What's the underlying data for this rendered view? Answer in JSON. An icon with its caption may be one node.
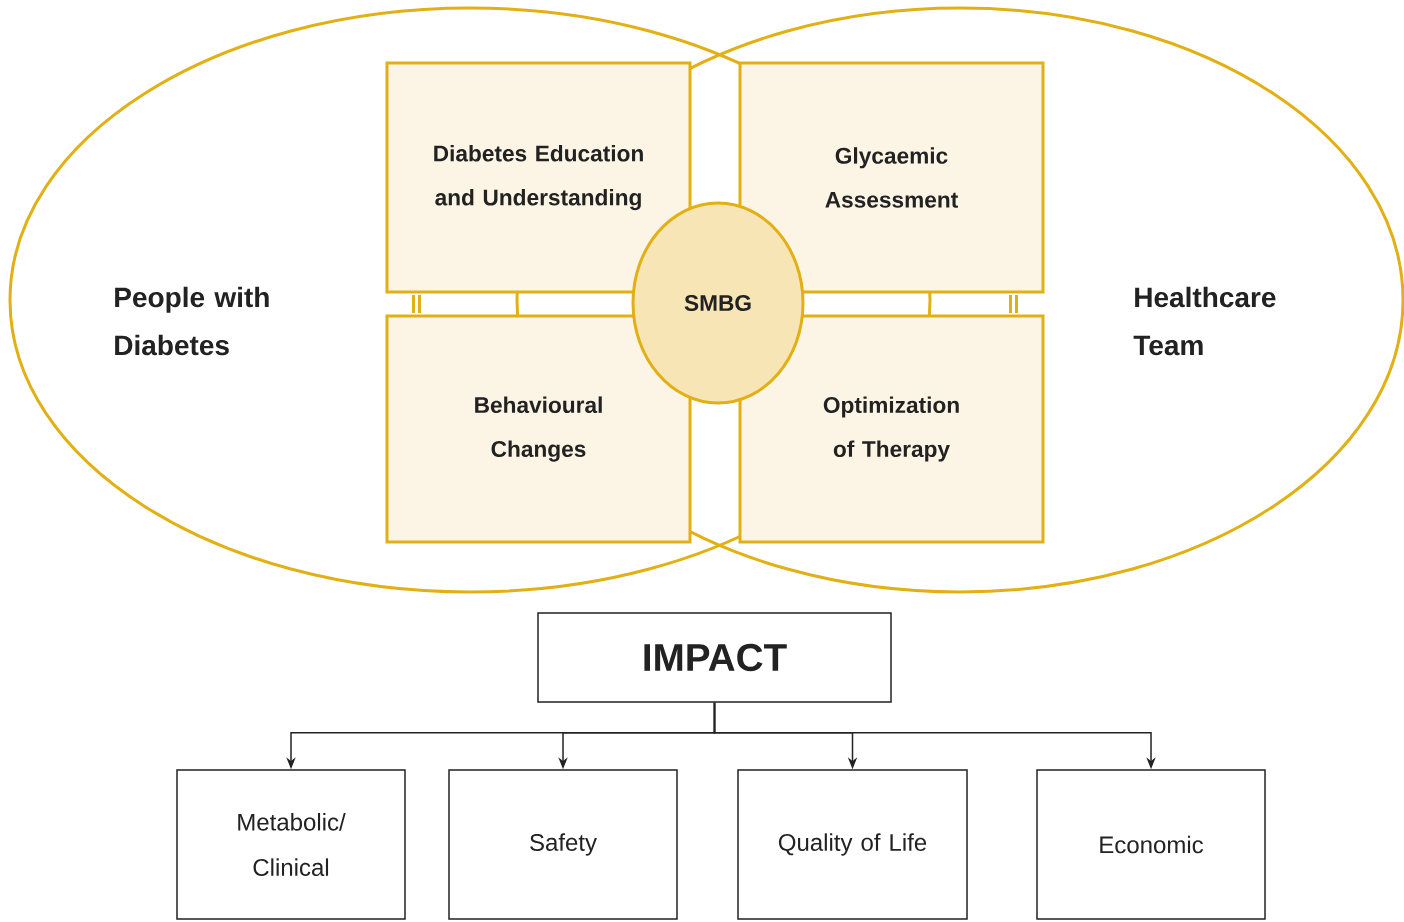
{
  "diagram": {
    "nodes": [
      {
        "text": [
          "People with Diabetes"
        ]
      },
      {
        "text": [
          "Healthcare Team"
        ]
      },
      {
        "text": [
          "Diabetes Education and Understanding"
        ],
        "in": 0
      },
      {
        "text": [
          "Glycaemic Assessment"
        ],
        "in": 1
      },
      {
        "text": [
          "Behavioural Changes"
        ],
        "in": 0
      },
      {
        "text": [
          "Optimization of Therapy"
        ],
        "in": 1
      },
      {
        "text": [
          "SMBG"
        ]
      },
      {
        "text": [
          "IMPACT"
        ]
      },
      {
        "text": [
          "Metabolic/ Clinical"
        ]
      },
      {
        "text": [
          "Safety"
        ]
      },
      {
        "text": [
          "Quality of Life"
        ]
      },
      {
        "text": [
          "Economic"
        ]
      }
    ],
    "edges": [
      {
        "from": 2,
        "to": 4,
        "arrow": "none",
        "style": "thick",
        "color": "#e2b014"
      },
      {
        "from": 3,
        "to": 5,
        "arrow": "none",
        "style": "thick",
        "color": "#e2b014"
      },
      {
        "from": 7,
        "to": 8,
        "arrow": "to"
      },
      {
        "from": 7,
        "to": 9,
        "arrow": "to"
      },
      {
        "from": 7,
        "to": 10,
        "arrow": "to"
      },
      {
        "from": 7,
        "to": 11,
        "arrow": "to"
      }
    ]
  }
}
